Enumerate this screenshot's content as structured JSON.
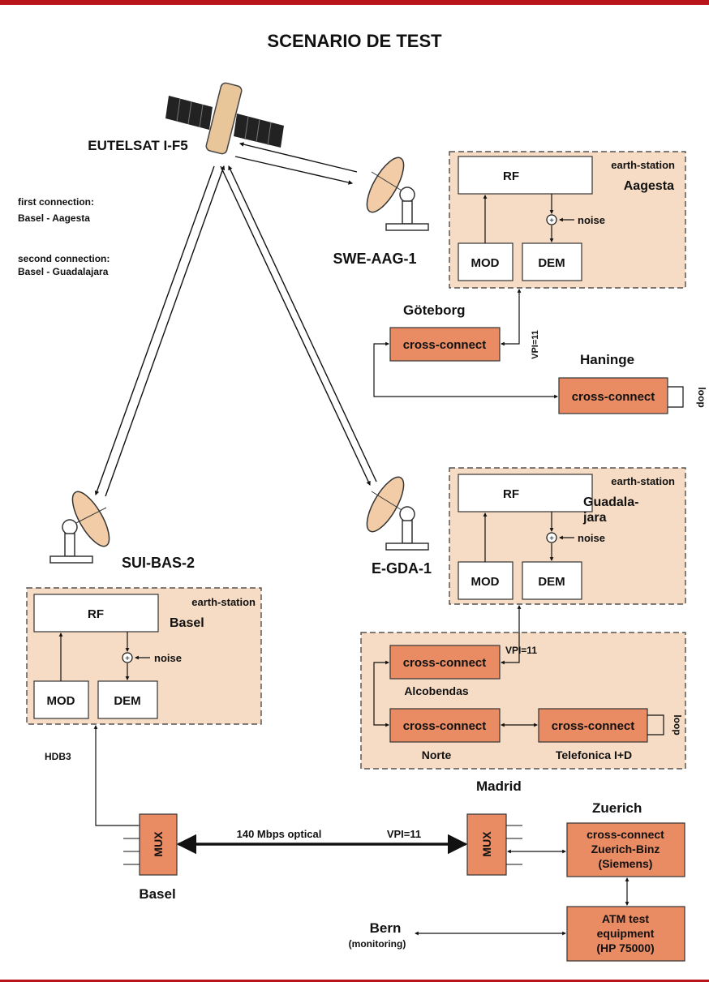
{
  "title": "SCENARIO DE TEST",
  "satellite": {
    "name": "EUTELSAT I-F5"
  },
  "connections": {
    "first_heading": "first connection:",
    "first_route": "Basel - Aagesta",
    "second_heading": "second connection:",
    "second_route": "Basel - Guadalajara"
  },
  "antennas": {
    "aagesta": "SWE-AAG-1",
    "guadalajara": "E-GDA-1",
    "basel": "SUI-BAS-2"
  },
  "stations": {
    "aagesta": {
      "kind": "earth-station",
      "city": "Aagesta",
      "rf": "RF",
      "mod": "MOD",
      "dem": "DEM",
      "noise": "noise"
    },
    "guadalajara": {
      "kind": "earth-station",
      "city_line1": "Guadala-",
      "city_line2": "jara",
      "rf": "RF",
      "mod": "MOD",
      "dem": "DEM",
      "noise": "noise"
    },
    "basel": {
      "kind": "earth-station",
      "city": "Basel",
      "rf": "RF",
      "mod": "MOD",
      "dem": "DEM",
      "noise": "noise"
    }
  },
  "sweden": {
    "goteborg": "Göteborg",
    "haninge": "Haninge",
    "cc": "cross-connect",
    "vpi": "VPI=11",
    "loop": "loop"
  },
  "madrid": {
    "name": "Madrid",
    "cc": "cross-connect",
    "alcobendas": "Alcobendas",
    "norte": "Norte",
    "telefonica": "Telefonica I+D",
    "vpi": "VPI=11",
    "loop": "loop"
  },
  "network": {
    "hdb3": "HDB3",
    "mux": "MUX",
    "basel": "Basel",
    "link": "140 Mbps optical",
    "vpi": "VPI=11",
    "zuerich": "Zuerich",
    "zcc_line1": "cross-connect",
    "zcc_line2": "Zuerich-Binz",
    "zcc_line3": "(Siemens)",
    "atm_line1": "ATM test",
    "atm_line2": "equipment",
    "atm_line3": "(HP 75000)",
    "bern": "Bern",
    "monitoring": "(monitoring)"
  },
  "colors": {
    "accent": "#b8141a",
    "station_bg": "#f6dcc4",
    "cross_connect": "#e98b63"
  }
}
